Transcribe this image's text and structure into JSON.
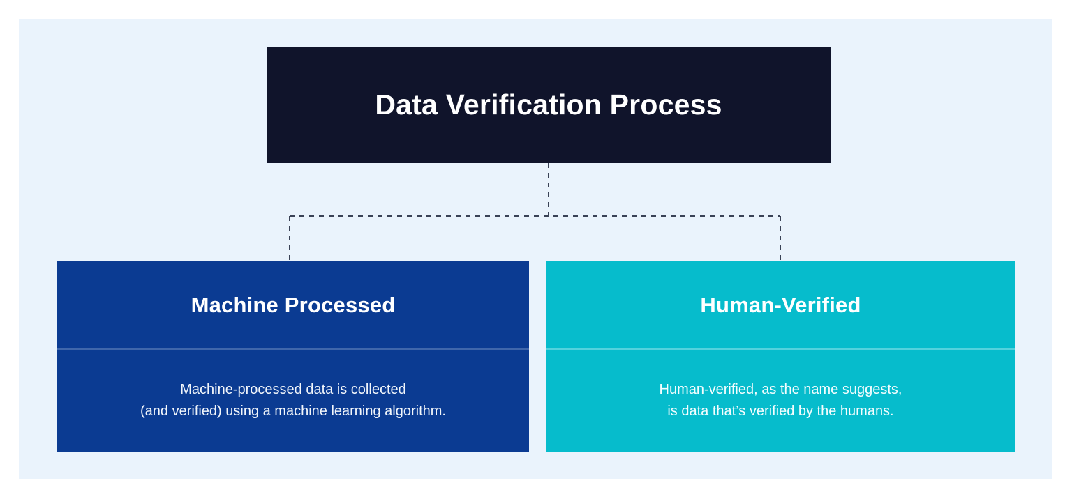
{
  "colors": {
    "page_background": "#ffffff",
    "panel_background": "#eaf3fc",
    "title_box": "#10142b",
    "machine_box": "#0b3b92",
    "human_box": "#06bccc",
    "connector_line": "#3a4256",
    "text_light": "#ffffff"
  },
  "diagram": {
    "type": "hierarchy-tree",
    "title": "Data Verification Process",
    "branches": [
      {
        "id": "machine-processed",
        "heading": "Machine Processed",
        "body": "Machine-processed data is collected\n(and verified) using a machine learning algorithm.",
        "color": "#0b3b92"
      },
      {
        "id": "human-verified",
        "heading": "Human-Verified",
        "body": "Human-verified, as the name suggests,\nis data that’s verified by the humans.",
        "color": "#06bccc"
      }
    ],
    "connector_style": "dashed"
  }
}
